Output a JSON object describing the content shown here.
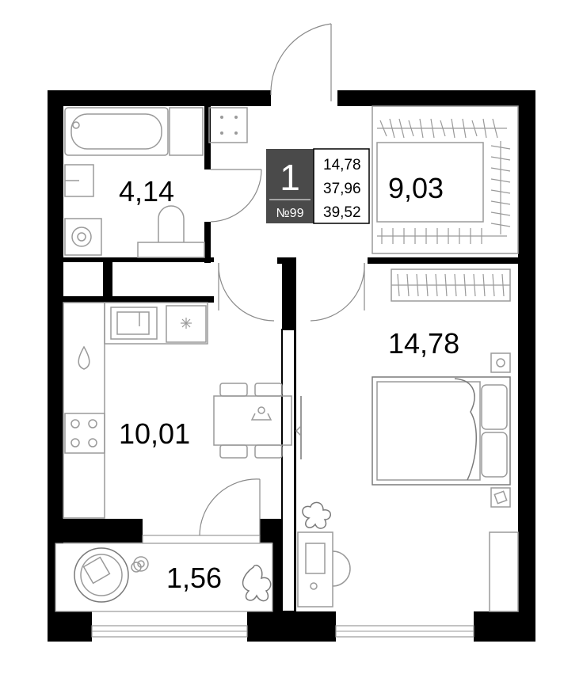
{
  "apartment": {
    "rooms": "1",
    "number": "№99",
    "areas": [
      "14,78",
      "37,96",
      "39,52"
    ]
  },
  "room_areas": {
    "bathroom": "4,14",
    "wardrobe": "9,03",
    "bedroom": "14,78",
    "kitchen": "10,01",
    "balcony": "1,56"
  },
  "colors": {
    "wall": "#000000",
    "badge": "#4a4a4a",
    "furniture": "#9a9a9a"
  }
}
